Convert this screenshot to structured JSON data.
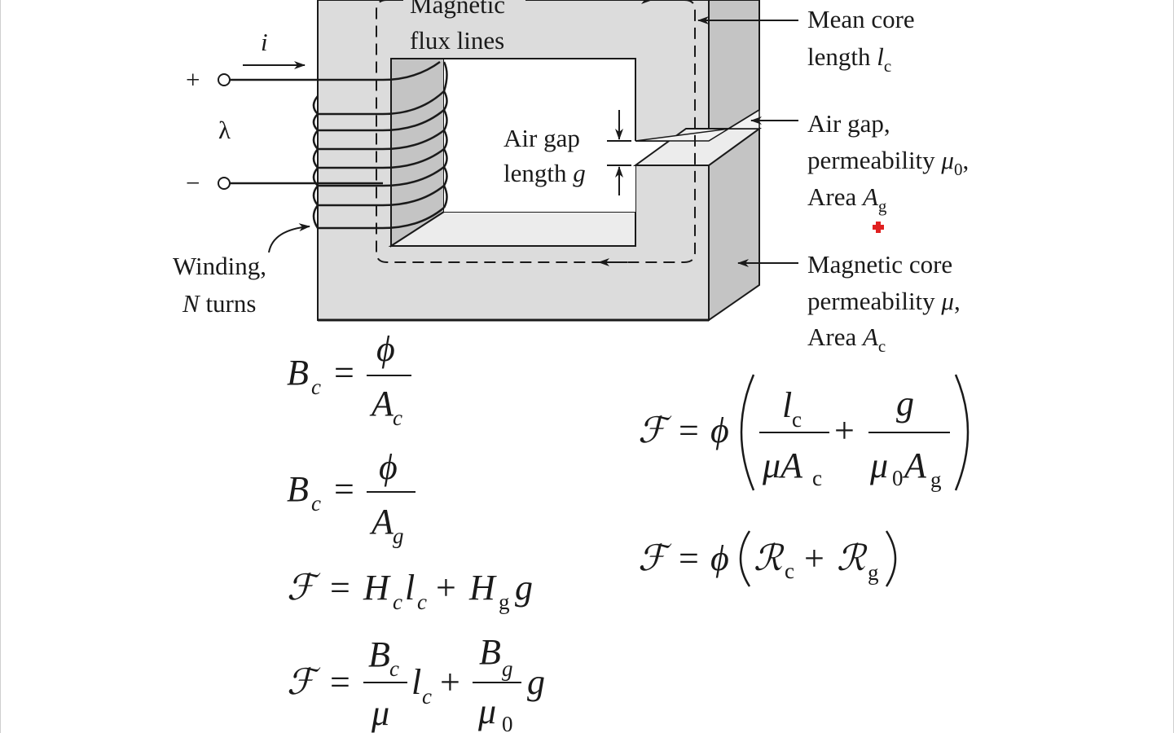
{
  "diagram": {
    "current_label": "i",
    "plus_terminal": "+",
    "minus_terminal": "−",
    "flux_linkage_label": "λ",
    "flux_lines_label": [
      "Magnetic",
      "flux lines"
    ],
    "mean_core_length_label": [
      "Mean core",
      "length "
    ],
    "mean_core_symbol": "l",
    "mean_core_sub": "c",
    "air_gap_label": [
      "Air gap,",
      "permeability ",
      "Area "
    ],
    "air_gap_mu": "μ",
    "air_gap_mu_sub": "0",
    "air_gap_area_symbol": "A",
    "air_gap_area_sub": "g",
    "air_gap_length_label": [
      "Air gap",
      "length "
    ],
    "air_gap_length_symbol": "g",
    "core_label": [
      "Magnetic core",
      "permeability ",
      "Area "
    ],
    "core_mu": "μ",
    "core_area_symbol": "A",
    "core_area_sub": "c",
    "winding_label": [
      "Winding,",
      " turns"
    ],
    "winding_symbol": "N",
    "comma": ","
  },
  "equations": {
    "eq1": {
      "lhs": "B",
      "lhs_sub": "c",
      "num": "ϕ",
      "den": "A",
      "den_sub": "c"
    },
    "eq2": {
      "lhs": "B",
      "lhs_sub": "c",
      "num": "ϕ",
      "den": "A",
      "den_sub": "g"
    },
    "eq3": {
      "lhs": "ℱ",
      "t1": "H",
      "t1_sub": "c",
      "t2": "l",
      "t2_sub": "c",
      "t3": "H",
      "t3_sub": "g",
      "t4": "g"
    },
    "eq4": {
      "lhs": "ℱ",
      "f1_num": "B",
      "f1_num_sub": "c",
      "f1_den": "μ",
      "t1": "l",
      "t1_sub": "c",
      "f2_num": "B",
      "f2_num_sub": "g",
      "f2_den": "μ",
      "f2_den_sub": "0",
      "t2": "g"
    },
    "eq5": {
      "lhs": "ℱ",
      "phi": "ϕ",
      "f1_num": "l",
      "f1_num_sub": "c",
      "f1_den": "μA",
      "f1_den_sub": "c",
      "f2_num": "g",
      "f2_den_a": "μ",
      "f2_den_a_sub": "0",
      "f2_den_b": "A",
      "f2_den_b_sub": "g"
    },
    "eq6": {
      "lhs": "ℱ",
      "phi": "ϕ",
      "r1": "ℛ",
      "r1_sub": "c",
      "r2": "ℛ",
      "r2_sub": "g"
    },
    "equals": "=",
    "plus": "+"
  },
  "colors": {
    "core_front": "#dcdcdc",
    "core_side": "#c4c4c4",
    "core_top": "#e9e9e9",
    "window": "#ffffff",
    "ink": "#1a1a1a",
    "cursor": "#e02020"
  }
}
